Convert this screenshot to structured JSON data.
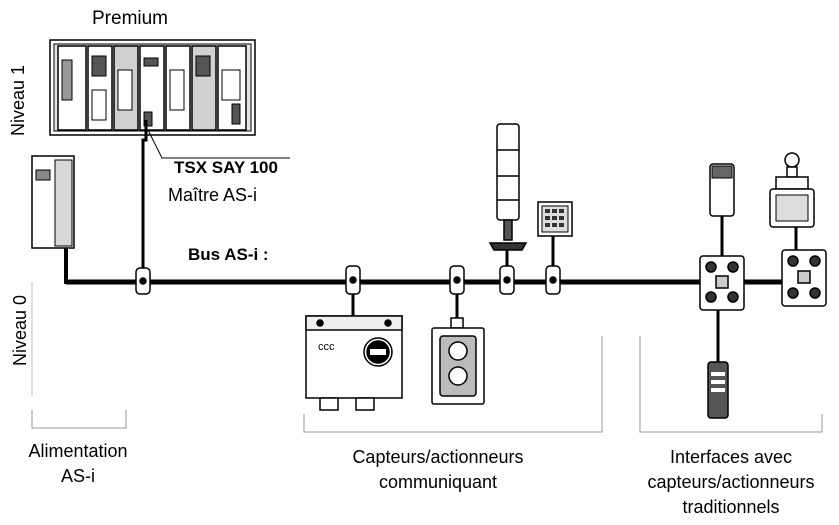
{
  "plc_label": "Premium",
  "level1_label": "Niveau 1",
  "level0_label": "Niveau 0",
  "module_ref": "TSX SAY 100",
  "master_label": "Maître AS-i",
  "bus_label": "Bus AS-i :",
  "power_label_line1": "Alimentation",
  "power_label_line2": "AS-i",
  "sensors_label_line1": "Capteurs/actionneurs",
  "sensors_label_line2": "communiquant",
  "interfaces_label_line1": "Interfaces avec",
  "interfaces_label_line2": "capteurs/actionneurs",
  "interfaces_label_line3": "traditionnels",
  "starter_text": "ccc"
}
